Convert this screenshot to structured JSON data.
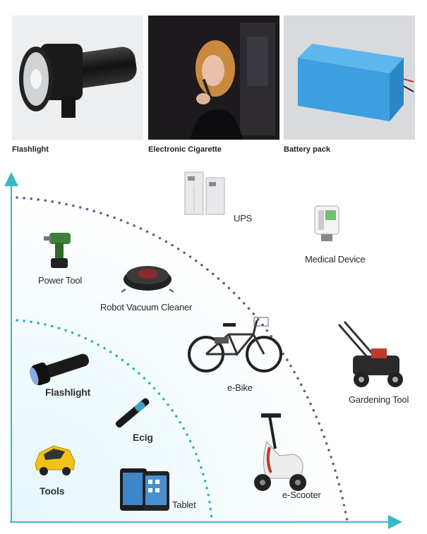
{
  "photos": [
    {
      "caption": "Flashlight",
      "icon": "flashlight-photo"
    },
    {
      "caption": "Electronic Cigarette",
      "icon": "woman-with-ecigarette-photo"
    },
    {
      "caption": "Battery pack",
      "icon": "blue-battery-pack-photo"
    }
  ],
  "map": {
    "outer": [
      {
        "label": "UPS",
        "icon": "ups-cabinet-icon"
      },
      {
        "label": "Medical Device",
        "icon": "infusion-pump-icon"
      },
      {
        "label": "Power Tool",
        "icon": "power-drill-icon"
      },
      {
        "label": "Robot Vacuum Cleaner",
        "icon": "robot-vacuum-icon"
      },
      {
        "label": "e-Bike",
        "icon": "ebike-icon"
      },
      {
        "label": "Gardening Tool",
        "icon": "lawn-mower-icon"
      },
      {
        "label": "e-Scooter",
        "icon": "scooter-icon"
      }
    ],
    "inner": [
      {
        "label": "Flashlight",
        "icon": "flashlight-icon"
      },
      {
        "label": "Ecig",
        "icon": "ecig-icon"
      },
      {
        "label": "Tools",
        "icon": "toy-car-icon"
      },
      {
        "label": "Tablet",
        "icon": "tablet-icon"
      }
    ]
  },
  "colors": {
    "axis": "#3ab8c4",
    "dots_outer": "#5a5a9a",
    "dots_inner": "#2ab0c0",
    "battery": "#3b9fe0"
  }
}
